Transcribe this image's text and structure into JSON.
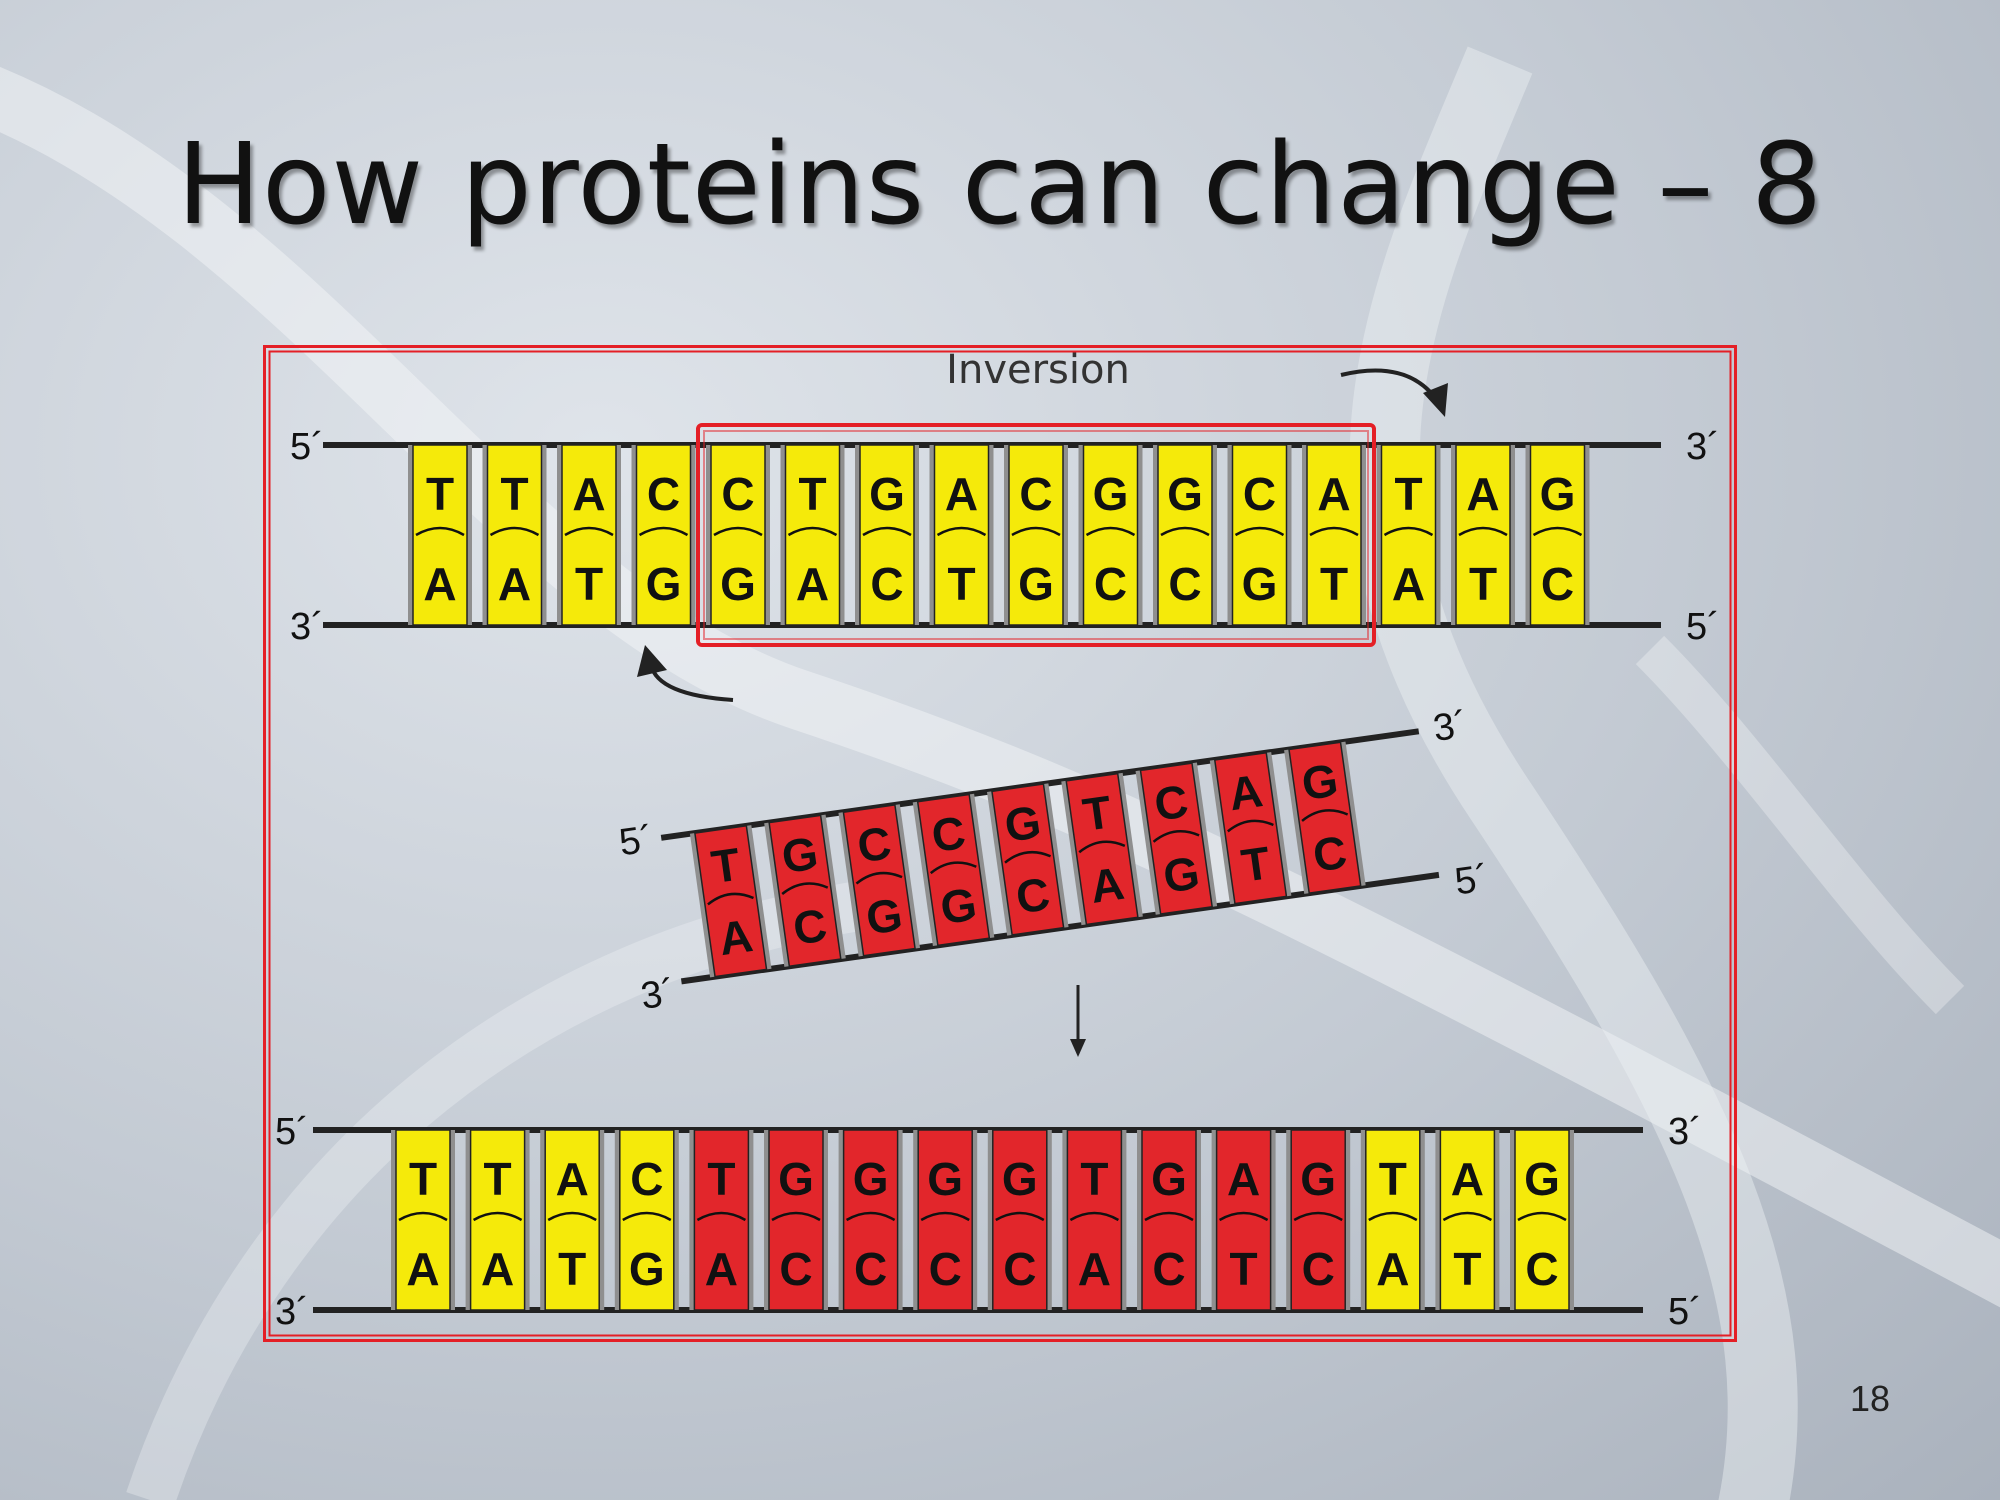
{
  "slide": {
    "title": "How proteins can change – 8",
    "number": "18"
  },
  "diagram": {
    "label": "Inversion",
    "end_labels": {
      "five_prime": "5´",
      "three_prime": "3´"
    },
    "original": {
      "top": [
        "T",
        "T",
        "A",
        "C",
        "C",
        "T",
        "G",
        "A",
        "C",
        "G",
        "G",
        "C",
        "A",
        "T",
        "A",
        "G"
      ],
      "bottom": [
        "A",
        "A",
        "T",
        "G",
        "G",
        "A",
        "C",
        "T",
        "G",
        "C",
        "C",
        "G",
        "T",
        "A",
        "T",
        "C"
      ],
      "inverted_segment": [
        4,
        12
      ]
    },
    "inverted_segment": {
      "top": [
        "T",
        "G",
        "C",
        "C",
        "G",
        "T",
        "C",
        "A",
        "G"
      ],
      "bottom": [
        "A",
        "C",
        "G",
        "G",
        "C",
        "A",
        "G",
        "T",
        "C"
      ]
    },
    "result": {
      "top": [
        "T",
        "T",
        "A",
        "C",
        "T",
        "G",
        "G",
        "G",
        "G",
        "T",
        "G",
        "A",
        "G",
        "T",
        "A",
        "G"
      ],
      "bottom": [
        "A",
        "A",
        "T",
        "G",
        "A",
        "C",
        "C",
        "C",
        "C",
        "A",
        "C",
        "T",
        "C",
        "A",
        "T",
        "C"
      ],
      "colors": [
        "y",
        "y",
        "y",
        "y",
        "r",
        "r",
        "r",
        "r",
        "r",
        "r",
        "r",
        "r",
        "r",
        "y",
        "y",
        "y"
      ]
    },
    "colors": {
      "original": "#f5ea0a",
      "inverted": "#e2262b",
      "highlight": "#e41f26"
    }
  }
}
